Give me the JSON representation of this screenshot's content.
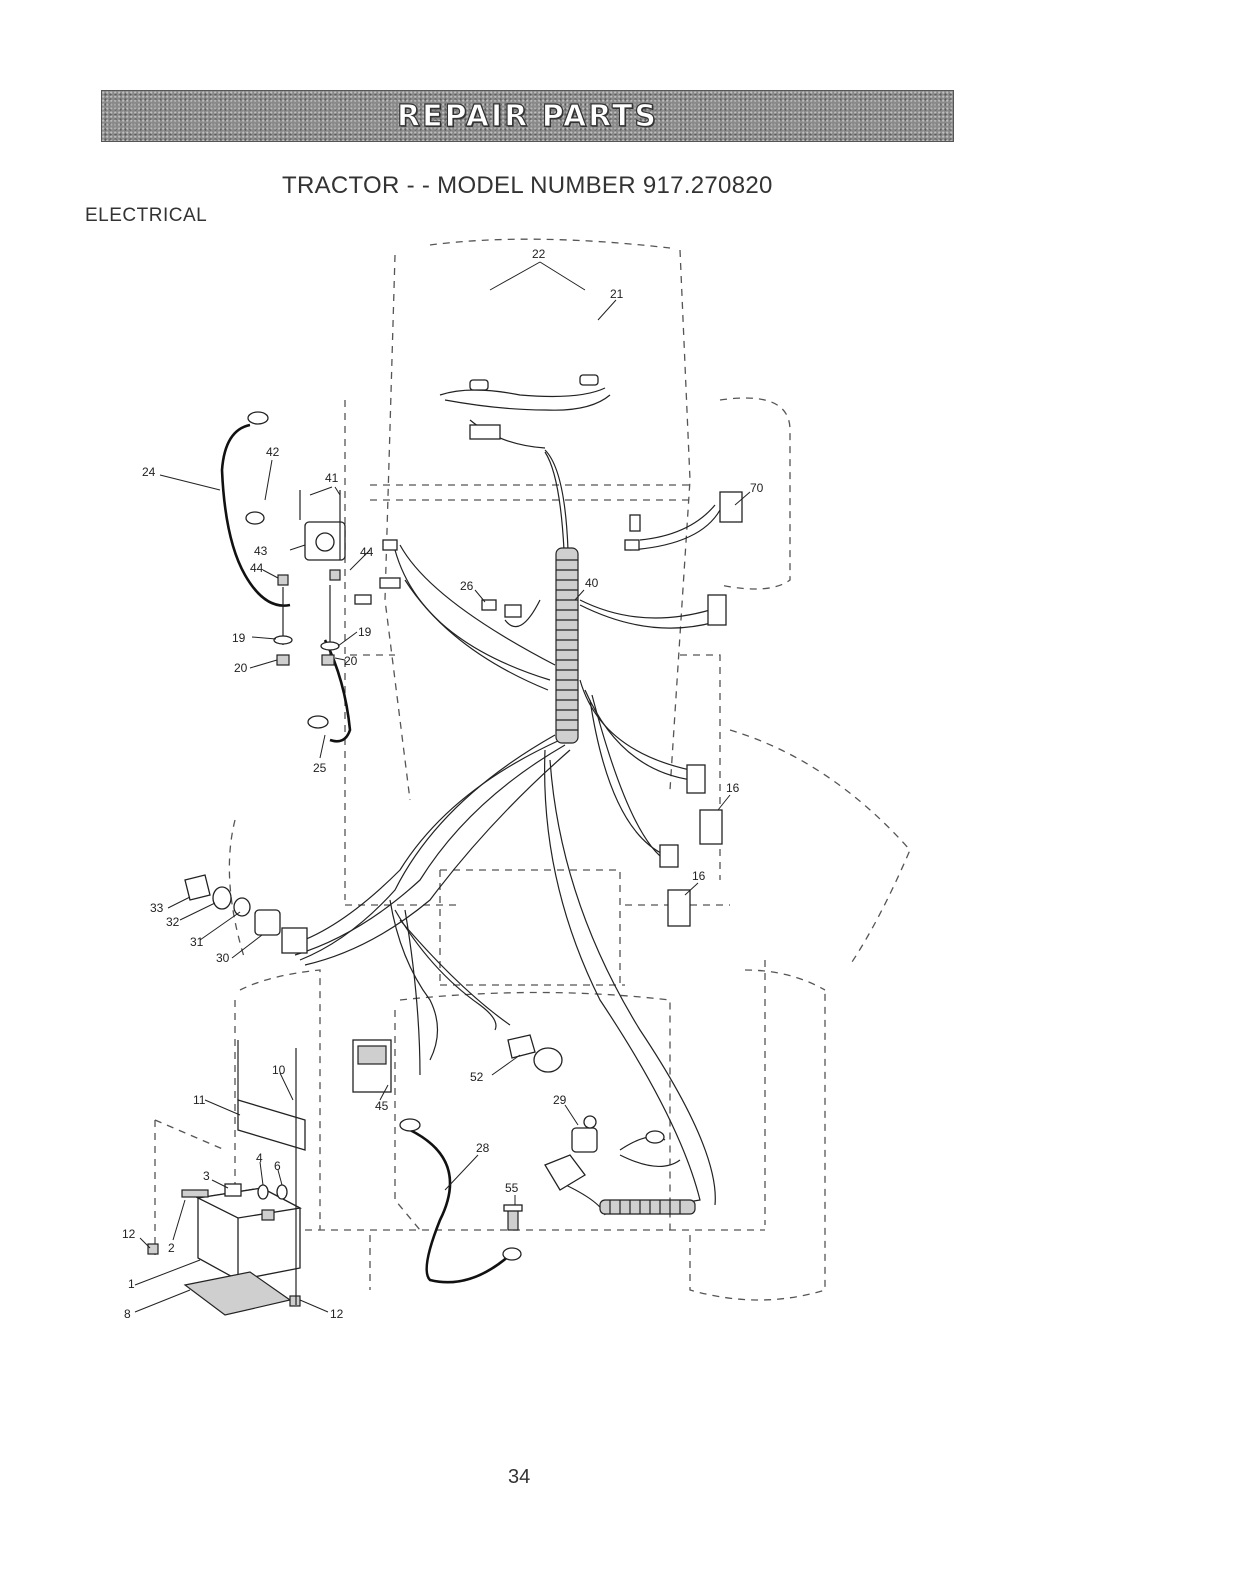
{
  "header": {
    "banner": "REPAIR PARTS",
    "model_title": "TRACTOR - - MODEL NUMBER 917.270820",
    "section": "ELECTRICAL"
  },
  "diagram": {
    "callouts": [
      "22",
      "21",
      "42",
      "41",
      "24",
      "70",
      "43",
      "44",
      "44",
      "26",
      "40",
      "19",
      "19",
      "20",
      "20",
      "25",
      "16",
      "16",
      "33",
      "32",
      "31",
      "30",
      "10",
      "11",
      "45",
      "52",
      "29",
      "28",
      "4",
      "6",
      "3",
      "55",
      "12",
      "2",
      "1",
      "8",
      "12"
    ]
  },
  "footer": {
    "page_number": "34"
  }
}
